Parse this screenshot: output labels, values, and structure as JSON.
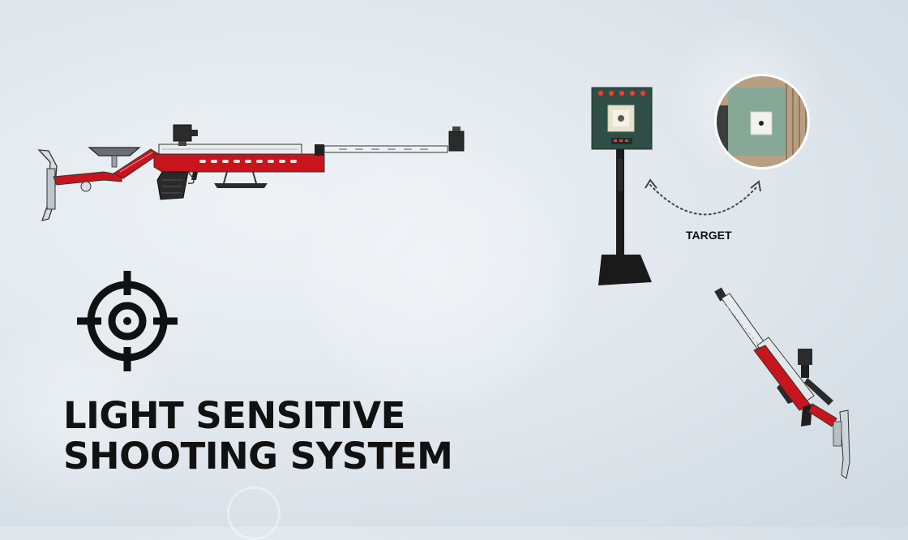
{
  "headline": {
    "line1": "LIGHT SENSITIVE",
    "line2": "SHOOTING SYSTEM"
  },
  "target_label": "TARGET",
  "icons": [
    "crosshair-icon"
  ],
  "colors": {
    "rifle_red": "#c8141c",
    "target_green": "#2f4f46",
    "indicator_red": "#ff3a2a",
    "text": "#111111"
  }
}
